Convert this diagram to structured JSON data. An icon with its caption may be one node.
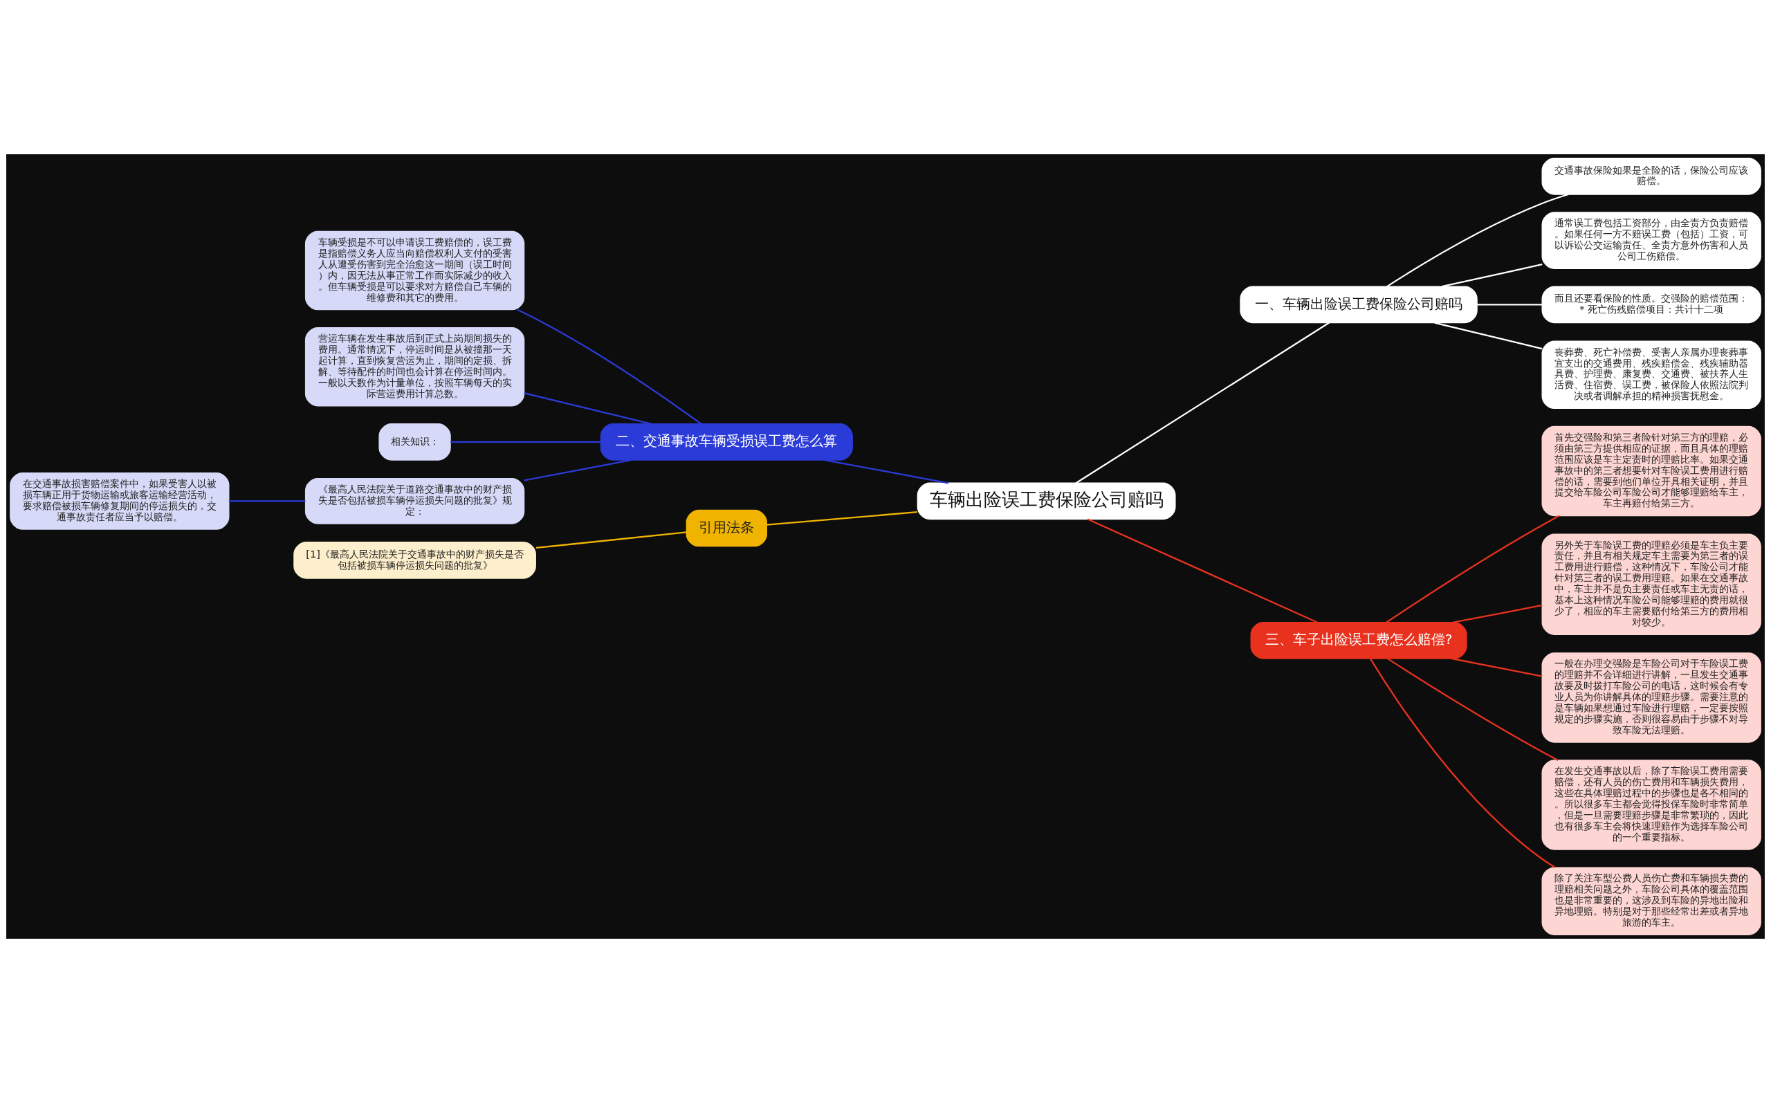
{
  "diagram": {
    "nodes": [
      {
        "text": [
          "车辆出险误工费保险公司赔吗"
        ]
      },
      {
        "text": [
          "一、车辆出险误工费保险公司赔吗"
        ]
      },
      {
        "text": [
          "交通事故保险如果是全险的话，保险公司应该赔偿。"
        ]
      },
      {
        "text": [
          "通常误工费包括工资部分，由全责方负责赔偿。如果任何一方不赔误工费（包括）工资，可以诉讼公交运输责任、全责方意外伤害和人员公司工伤赔偿。"
        ]
      },
      {
        "text": [
          "而且还要看保险的性质。交强险的赔偿范围： * 死亡伤残赔偿项目：共计十二项"
        ]
      },
      {
        "text": [
          "丧葬费、死亡补偿费、受害人亲属办理丧葬事宜支出的交通费用、残疾赔偿金、残疾辅助器具费、护理费、康复费、交通费、被扶养人生活费、住宿费、误工费，被保险人依照法院判决或者调解承担的精神损害抚慰金。"
        ]
      },
      {
        "text": [
          "二、交通事故车辆受损误工费怎么算"
        ]
      },
      {
        "text": [
          "车辆受损是不可以申请误工费赔偿的，误工费是指赔偿义务人应当向赔偿权利人支付的受害人从遭受伤害到完全治愈这一期间（误工时间）内，因无法从事正常工作而实际减少的收入。但车辆受损是可以要求对方赔偿自己车辆的维修费和其它的费用。"
        ]
      },
      {
        "text": [
          "营运车辆在发生事故后到正式上岗期间损失的费用。通常情况下，停运时间是从被撞那一天起计算，直到恢复营运为止，期间的定损、拆解、等待配件的时间也会计算在停运时间内。一般以天数作为计量单位，按照车辆每天的实际营运费用计算总数。"
        ]
      },
      {
        "text": [
          "相关知识："
        ]
      },
      {
        "text": [
          "《最高人民法院关于道路交通事故中的财产损失是否包括被损车辆停运损失问题的批复》规定："
        ]
      },
      {
        "text": [
          "在交通事故损害赔偿案件中，如果受害人以被损车辆正用于货物运输或旅客运输经营活动，要求赔偿被损车辆修复期间的停运损失的，交通事故责任者应当予以赔偿。"
        ]
      },
      {
        "text": [
          "三、车子出险误工费怎么赔偿?"
        ]
      },
      {
        "text": [
          "首先交强险和第三者险针对第三方的理赔，必须由第三方提供相应的证据，而且具体的理赔范围应该是车主定责时的理赔比率。如果交通事故中的第三者想要针对车险误工费用进行赔偿的话，需要到他们单位开具相关证明，并且提交给车险公司车险公司才能够理赔给车主，车主再赔付给第三方。"
        ]
      },
      {
        "text": [
          "另外关于车险误工费的理赔必须是车主负主要责任，并且有相关规定车主需要为第三者的误工费用进行赔偿，这种情况下，车险公司才能针对第三者的误工费用理赔。如果在交通事故中，车主并不是负主要责任或车主无责的话，基本上这种情况车险公司能够理赔的费用就很少了，相应的车主需要赔付给第三方的费用相对较少。"
        ]
      },
      {
        "text": [
          "一般在办理交强险是车险公司对于车险误工费的理赔并不会详细进行讲解，一旦发生交通事故要及时拨打车险公司的电话，这时候会有专业人员为你讲解具体的理赔步骤。需要注意的是车辆如果想通过车险进行理赔，一定要按照规定的步骤实施，否则很容易由于步骤不对导致车险无法理赔。"
        ]
      },
      {
        "text": [
          "在发生交通事故以后，除了车险误工费用需要赔偿，还有人员的伤亡费用和车辆损失费用，这些在具体理赔过程中的步骤也是各不相同的。所以很多车主都会觉得投保车险时非常简单，但是一旦需要理赔步骤是非常繁琐的，因此也有很多车主会将快速理赔作为选择车险公司的一个重要指标。"
        ]
      },
      {
        "text": [
          "除了关注车型公费人员伤亡费和车辆损失费的理赔相关问题之外，车险公司具体的覆盖范围也是非常重要的，这涉及到车险的异地出险和异地理赔。特别是对于那些经常出差或者异地旅游的车主。"
        ]
      },
      {
        "text": [
          "引用法条"
        ]
      },
      {
        "text": [
          "[1]《最高人民法院关于交通事故中的财产损失是否包括被损车辆停运损失问题的批复》"
        ]
      }
    ],
    "edges": [
      {
        "from": 0,
        "to": 1,
        "arrow": "none",
        "color": "#ffffff"
      },
      {
        "from": 1,
        "to": 2,
        "arrow": "none",
        "color": "#ffffff"
      },
      {
        "from": 1,
        "to": 3,
        "arrow": "none",
        "color": "#ffffff"
      },
      {
        "from": 1,
        "to": 4,
        "arrow": "none",
        "color": "#ffffff"
      },
      {
        "from": 1,
        "to": 5,
        "arrow": "none",
        "color": "#ffffff"
      },
      {
        "from": 0,
        "to": 6,
        "arrow": "none",
        "color": "#2b3bd8"
      },
      {
        "from": 6,
        "to": 7,
        "arrow": "none",
        "color": "#2b3bd8"
      },
      {
        "from": 6,
        "to": 8,
        "arrow": "none",
        "color": "#2b3bd8"
      },
      {
        "from": 6,
        "to": 9,
        "arrow": "none",
        "color": "#2b3bd8"
      },
      {
        "from": 6,
        "to": 10,
        "arrow": "none",
        "color": "#2b3bd8"
      },
      {
        "from": 10,
        "to": 11,
        "arrow": "none",
        "color": "#2b3bd8"
      },
      {
        "from": 0,
        "to": 12,
        "arrow": "none",
        "color": "#e8321e"
      },
      {
        "from": 12,
        "to": 13,
        "arrow": "none",
        "color": "#e8321e"
      },
      {
        "from": 12,
        "to": 14,
        "arrow": "none",
        "color": "#e8321e"
      },
      {
        "from": 12,
        "to": 15,
        "arrow": "none",
        "color": "#e8321e"
      },
      {
        "from": 12,
        "to": 16,
        "arrow": "none",
        "color": "#e8321e"
      },
      {
        "from": 12,
        "to": 17,
        "arrow": "none",
        "color": "#e8321e"
      },
      {
        "from": 0,
        "to": 18,
        "arrow": "none",
        "color": "#f0b400"
      },
      {
        "from": 18,
        "to": 19,
        "arrow": "none",
        "color": "#f0b400"
      }
    ]
  }
}
